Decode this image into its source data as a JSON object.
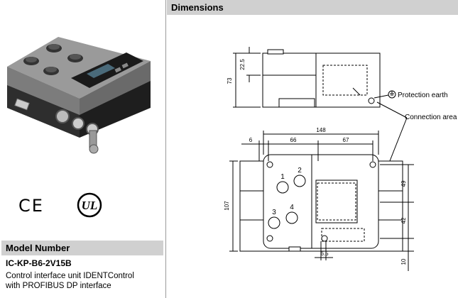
{
  "dimensions": {
    "title": "Dimensions",
    "labels": {
      "height_73": "73",
      "height_22_5": "22.5",
      "width_148": "148",
      "width_6": "6",
      "width_66": "66",
      "width_67": "67",
      "height_107": "107",
      "height_49": "49",
      "height_42": "42",
      "height_10": "10",
      "width_6_5": "6.5",
      "conn_1": "1",
      "conn_2": "2",
      "conn_3": "3",
      "conn_4": "4"
    },
    "protection_earth": "Protection earth",
    "connection_area": "Connection area"
  },
  "certifications": {
    "ce_mark": "CE",
    "ul_mark": "UL",
    "ce_icon": "ce-mark-icon",
    "ul_icon": "ul-listed-icon"
  },
  "model": {
    "header": "Model Number",
    "number": "IC-KP-B6-2V15B",
    "description_line1": "Control interface unit IDENTControl",
    "description_line2": "with PROFIBUS DP interface"
  }
}
